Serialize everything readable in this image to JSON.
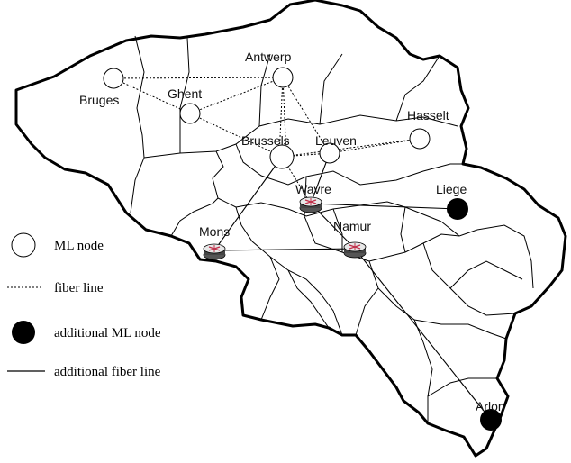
{
  "cities": {
    "bruges": "Bruges",
    "ghent": "Ghent",
    "antwerp": "Antwerp",
    "brussels": "Brussels",
    "leuven": "Leuven",
    "hasselt": "Hasselt",
    "wavre": "Wavre",
    "liege": "Liege",
    "mons": "Mons",
    "namur": "Namur",
    "arlon": "Arlon"
  },
  "legend": {
    "ml_node": "ML node",
    "fiber_line": "fiber line",
    "additional_ml_node": "additional ML node",
    "additional_fiber_line": "additional fiber line"
  },
  "icons": {
    "ml_node": "open-circle-icon",
    "additional_ml_node": "filled-circle-icon",
    "router": "router-icon"
  },
  "colors": {
    "router_body": "#e8e8e8",
    "router_arrows": "#c0304a",
    "lines": "#000000"
  }
}
